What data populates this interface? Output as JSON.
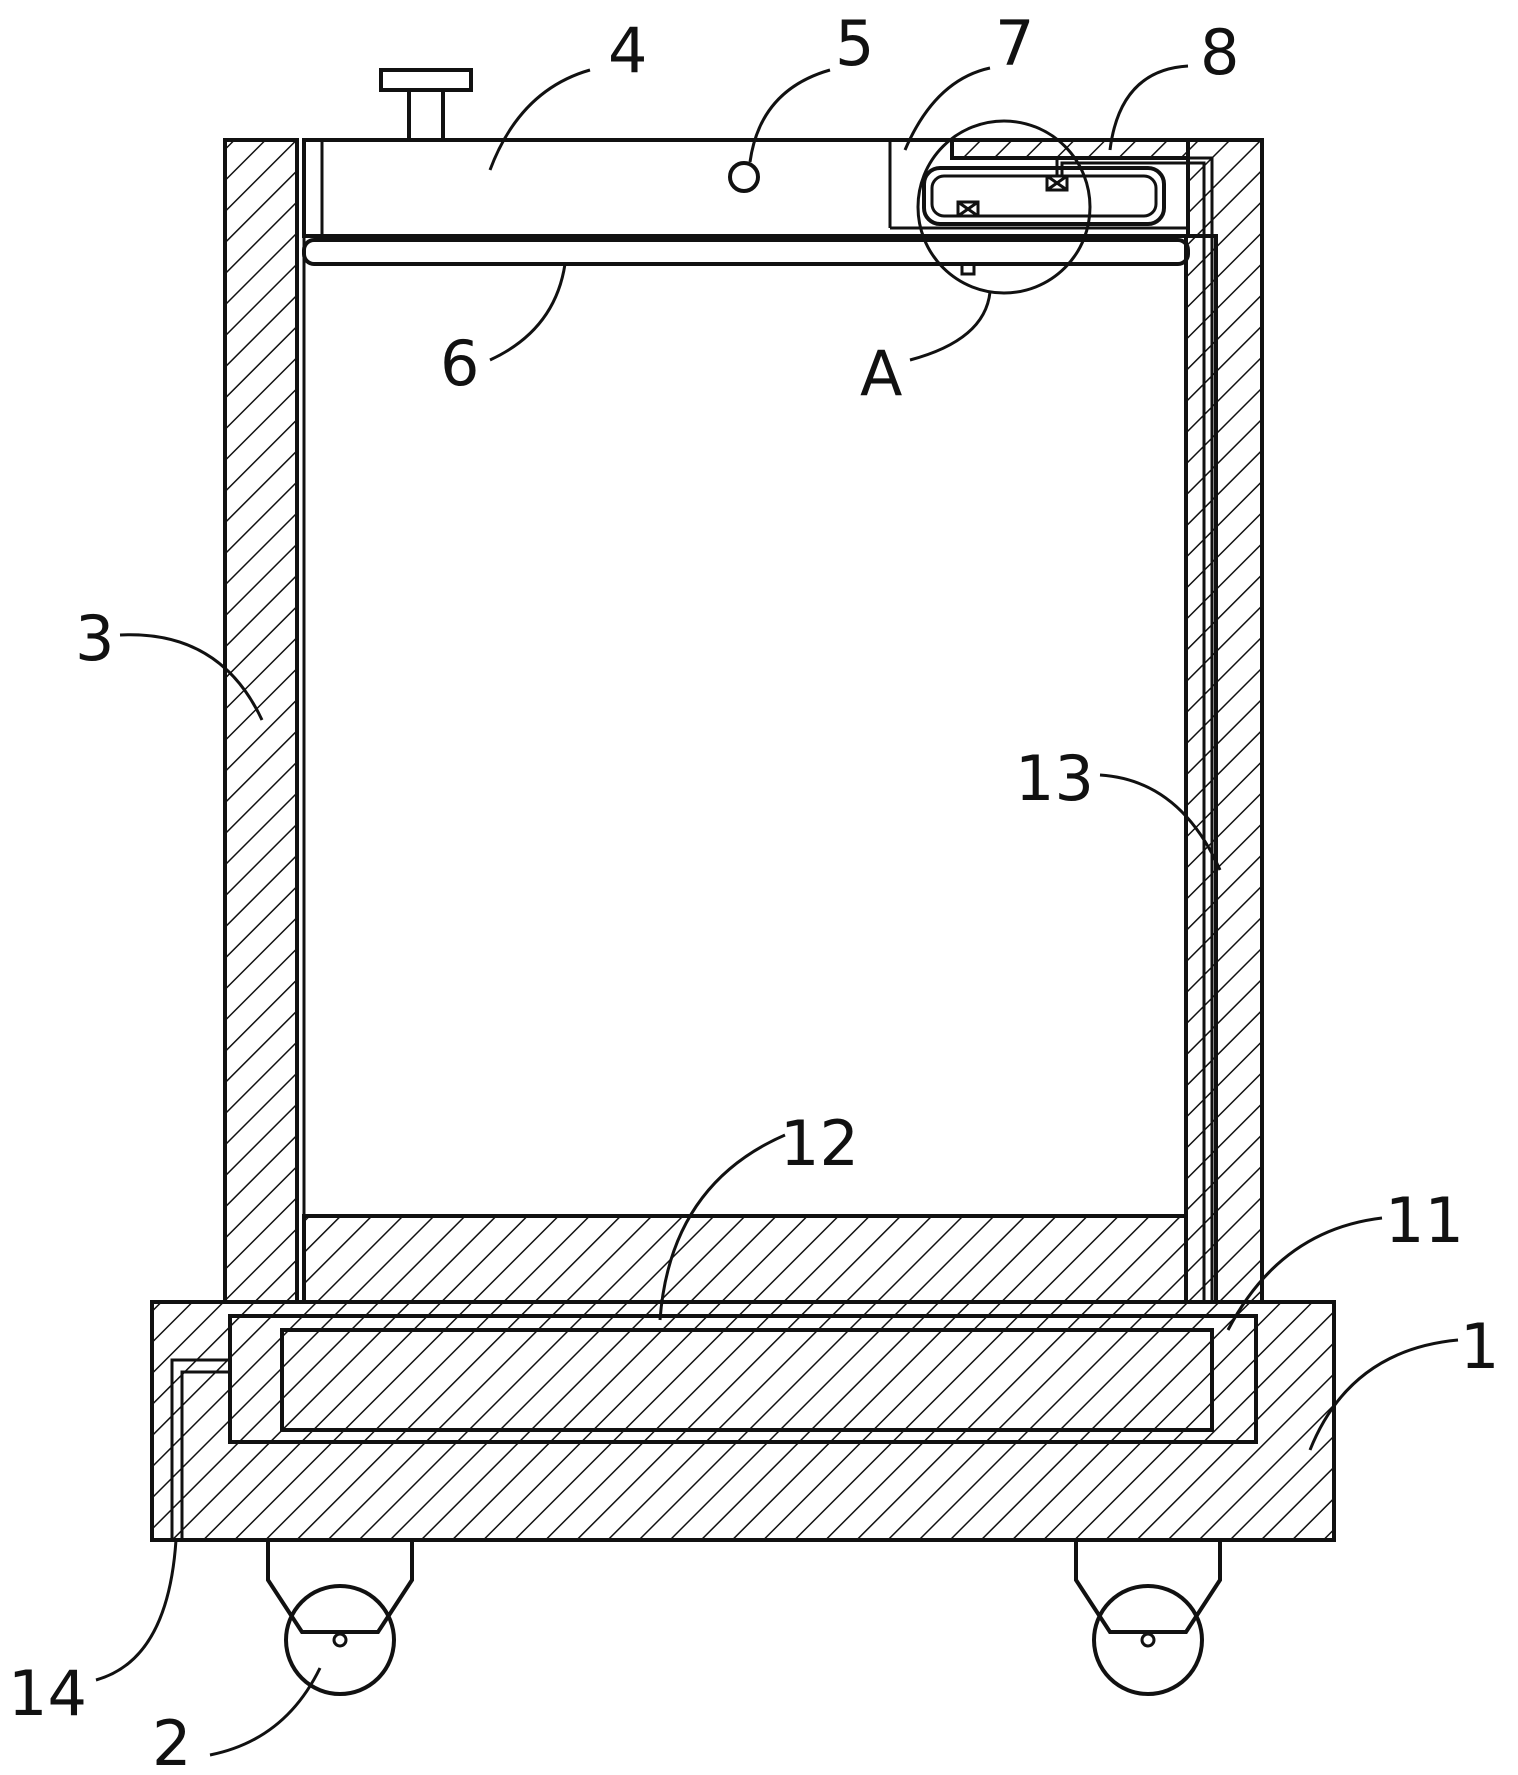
{
  "labels": {
    "l1": "1",
    "l2": "2",
    "l3": "3",
    "l4": "4",
    "l5": "5",
    "l6": "6",
    "l7": "7",
    "l8": "8",
    "l11": "11",
    "l12": "12",
    "l13": "13",
    "l14": "14",
    "lA": "A"
  },
  "colors": {
    "line": "#111111",
    "background": "#ffffff"
  }
}
